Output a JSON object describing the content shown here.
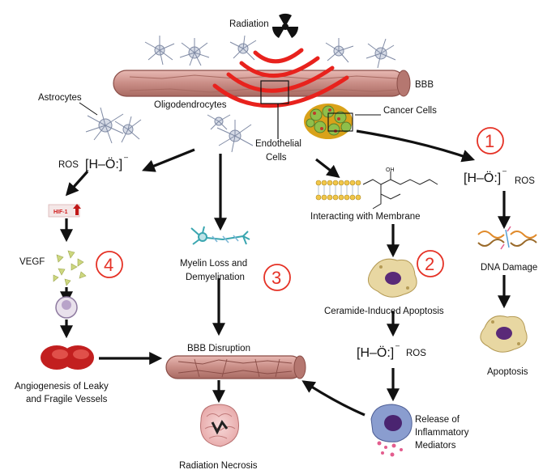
{
  "labels": {
    "radiation": "Radiation",
    "bbb": "BBB",
    "astrocytes": "Astrocytes",
    "oligodendrocytes": "Oligodendrocytes",
    "cancer_cells": "Cancer Cells",
    "endothelial_1": "Endothelial",
    "endothelial_2": "Cells",
    "ros_left": "ROS",
    "ros_right": "ROS",
    "ros_center": "ROS",
    "hif1": "HIF-1",
    "vegf": "VEGF",
    "myelin_1": "Myelin Loss and",
    "myelin_2": "Demyelination",
    "membrane": "Interacting with Membrane",
    "ceramide": "Ceramide-Induced Apoptosis",
    "dna_damage": "DNA Damage",
    "apoptosis": "Apoptosis",
    "angio_1": "Angiogenesis of Leaky",
    "angio_2": "and Fragile Vessels",
    "bbb_disruption": "BBB Disruption",
    "release_1": "Release of",
    "release_2": "Inflammatory",
    "release_3": "Mediators",
    "necrosis": "Radiation Necrosis"
  },
  "numbers": {
    "n1": "1",
    "n2": "2",
    "n3": "3",
    "n4": "4"
  },
  "colors": {
    "radiation_red": "#e8221d",
    "vessel": "#c98d86",
    "number_red": "#e53226",
    "cell_purple": "#5a2a78",
    "cell_beige": "#e8d7a2"
  }
}
